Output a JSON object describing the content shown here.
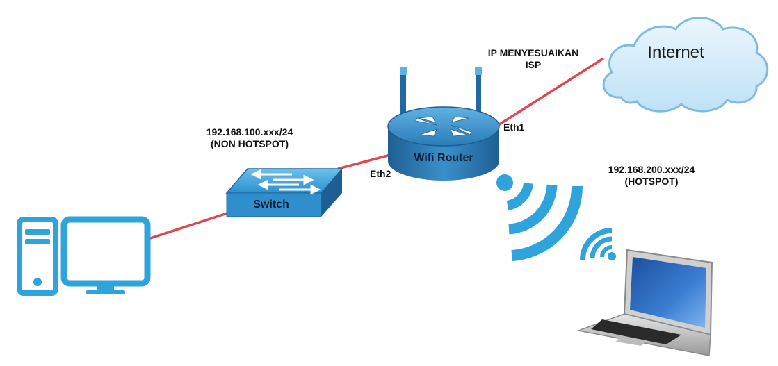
{
  "labels": {
    "isp_line1": "IP MENYESUAIKAN",
    "isp_line2": "ISP",
    "non_hotspot_ip": "192.168.100.xxx/24",
    "non_hotspot_tag": "(NON HOTSPOT)",
    "hotspot_ip": "192.168.200.xxx/24",
    "hotspot_tag": "(HOTSPOT)",
    "eth1": "Eth1",
    "eth2": "Eth2"
  },
  "devices": {
    "internet": "Internet",
    "router": "Wifi Router",
    "switch": "Switch"
  },
  "colors": {
    "link": "#e0474c",
    "device_blue": "#2fa3dc",
    "router_blue": "#2b7ab4",
    "cloud": "#cfe9f9"
  },
  "icons": [
    "cloud-icon",
    "router-icon",
    "switch-icon",
    "desktop-computer-icon",
    "wifi-signal-icon",
    "laptop-icon"
  ]
}
